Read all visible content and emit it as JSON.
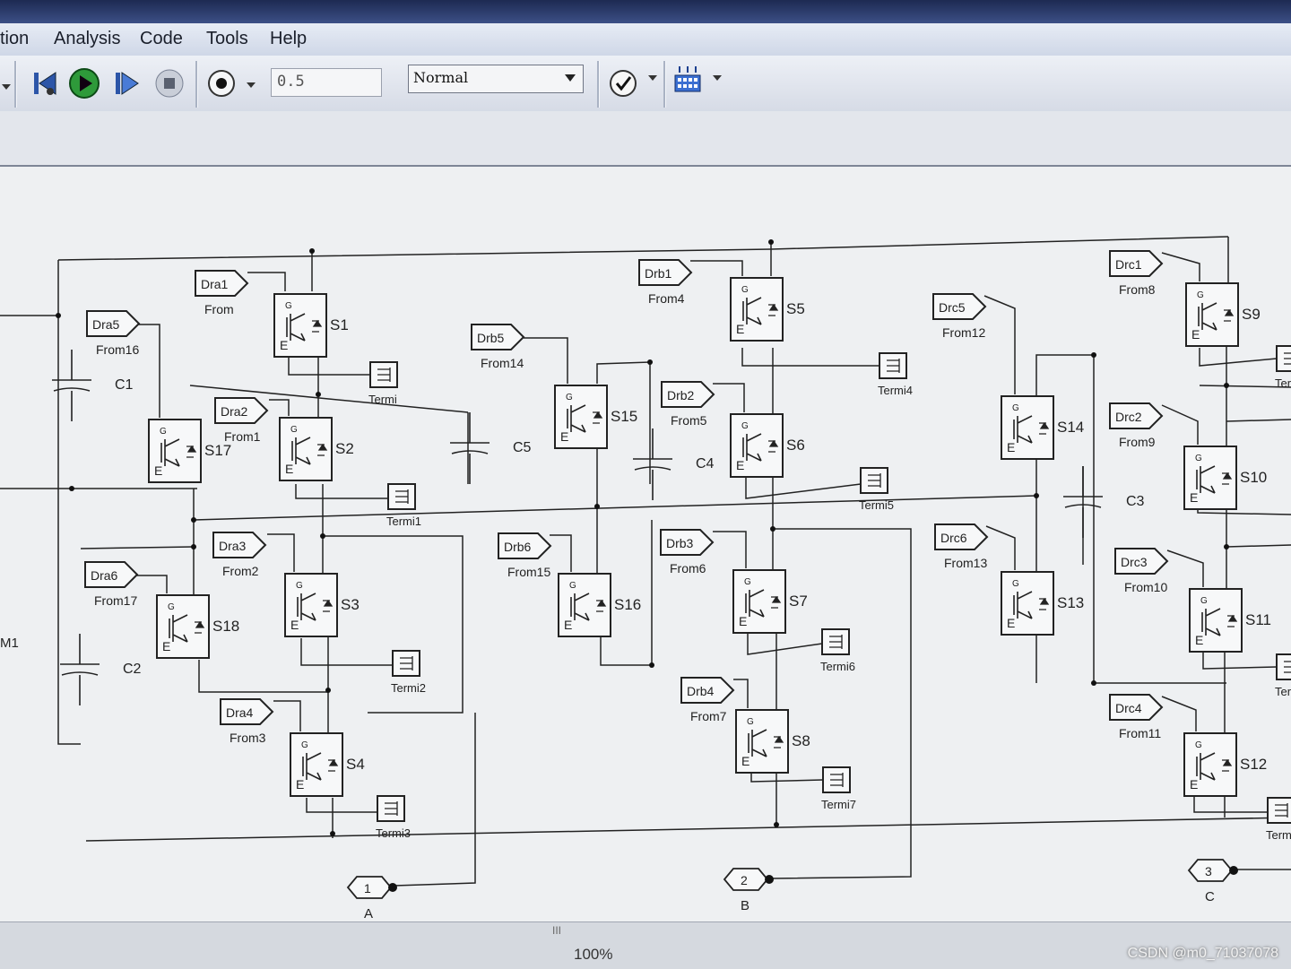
{
  "menu": {
    "items": [
      "tion",
      "Analysis",
      "Code",
      "Tools",
      "Help"
    ]
  },
  "toolbar": {
    "stop_time": "0.5",
    "sim_mode": "Normal",
    "icons": [
      "step-back-icon",
      "run-icon",
      "step-forward-icon",
      "stop-icon",
      "record-icon",
      "check-icon",
      "build-icon"
    ]
  },
  "diagram": {
    "switches": [
      "S1",
      "S2",
      "S3",
      "S4",
      "S5",
      "S6",
      "S7",
      "S8",
      "S9",
      "S10",
      "S11",
      "S12",
      "S13",
      "S14",
      "S15",
      "S16",
      "S17",
      "S18"
    ],
    "capacitors": [
      "C1",
      "C2",
      "C3",
      "C4",
      "C5"
    ],
    "goto_tags": [
      "Dra1",
      "Dra2",
      "Dra3",
      "Dra4",
      "Dra5",
      "Dra6",
      "Drb1",
      "Drb2",
      "Drb3",
      "Drb4",
      "Drb5",
      "Drb6",
      "Drc1",
      "Drc2",
      "Drc3",
      "Drc4",
      "Drc5",
      "Drc6"
    ],
    "from_labels": [
      "From",
      "From1",
      "From2",
      "From3",
      "From4",
      "From5",
      "From6",
      "From7",
      "From8",
      "From9",
      "From10",
      "From11",
      "From12",
      "From13",
      "From14",
      "From15",
      "From16",
      "From17"
    ],
    "terminators": [
      "Termi",
      "Termi1",
      "Termi2",
      "Termi3",
      "Termi4",
      "Termi5",
      "Termi6",
      "Termi7",
      "Ter",
      "Ter",
      "Term"
    ],
    "ports": [
      {
        "num": "1",
        "label": "A"
      },
      {
        "num": "2",
        "label": "B"
      },
      {
        "num": "3",
        "label": "C"
      }
    ],
    "pin_g": "G",
    "pin_e": "E",
    "edge_labels": [
      "M1"
    ]
  },
  "status": {
    "zoom": "100%",
    "grip": "III"
  },
  "watermark": "CSDN @m0_71037078"
}
